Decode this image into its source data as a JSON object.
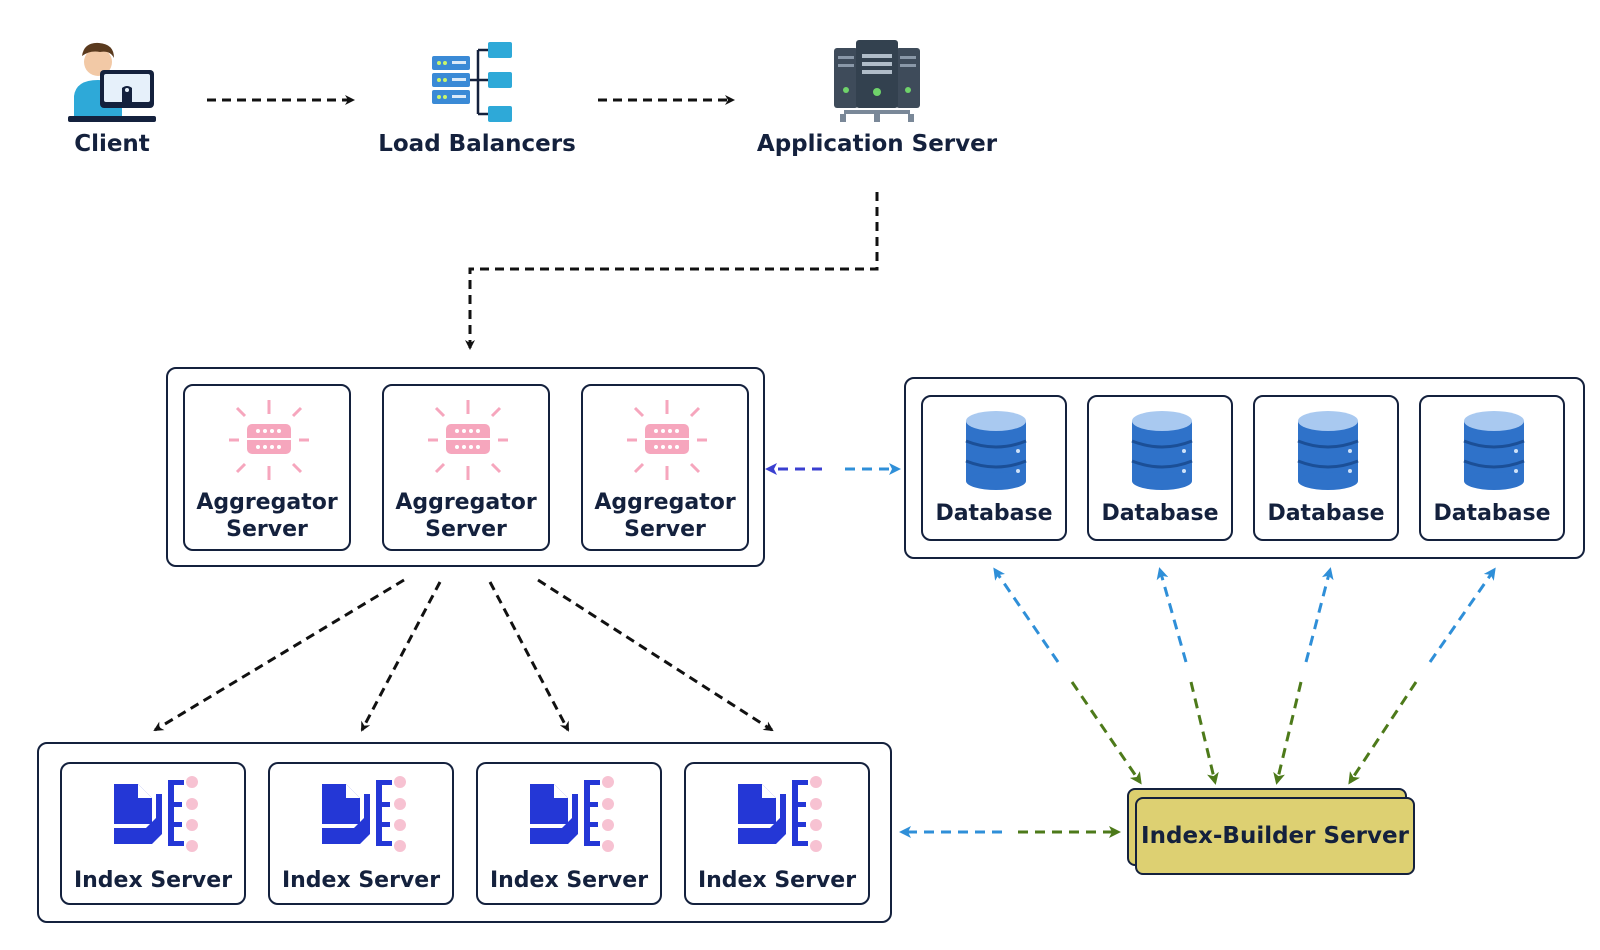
{
  "top": {
    "client": {
      "label": "Client"
    },
    "load_balancers": {
      "label": "Load Balancers"
    },
    "app_server": {
      "label": "Application Server"
    }
  },
  "aggregators": [
    {
      "line1": "Aggregator",
      "line2": "Server"
    },
    {
      "line1": "Aggregator",
      "line2": "Server"
    },
    {
      "line1": "Aggregator",
      "line2": "Server"
    }
  ],
  "databases": [
    {
      "label": "Database"
    },
    {
      "label": "Database"
    },
    {
      "label": "Database"
    },
    {
      "label": "Database"
    }
  ],
  "index_servers": [
    {
      "label": "Index Server"
    },
    {
      "label": "Index Server"
    },
    {
      "label": "Index Server"
    },
    {
      "label": "Index Server"
    }
  ],
  "index_builder": {
    "label": "Index-Builder Server"
  },
  "colors": {
    "ink": "#14213d",
    "arrow_black": "#111111",
    "arrow_blue": "#2f8fd8",
    "arrow_indigo": "#3a3fd0",
    "arrow_green": "#4d7a1a",
    "builder_fill": "#ddd072",
    "db_blue": "#2f72c9",
    "aggregator_pink": "#f6a6bd",
    "index_blue": "#2437d6"
  }
}
